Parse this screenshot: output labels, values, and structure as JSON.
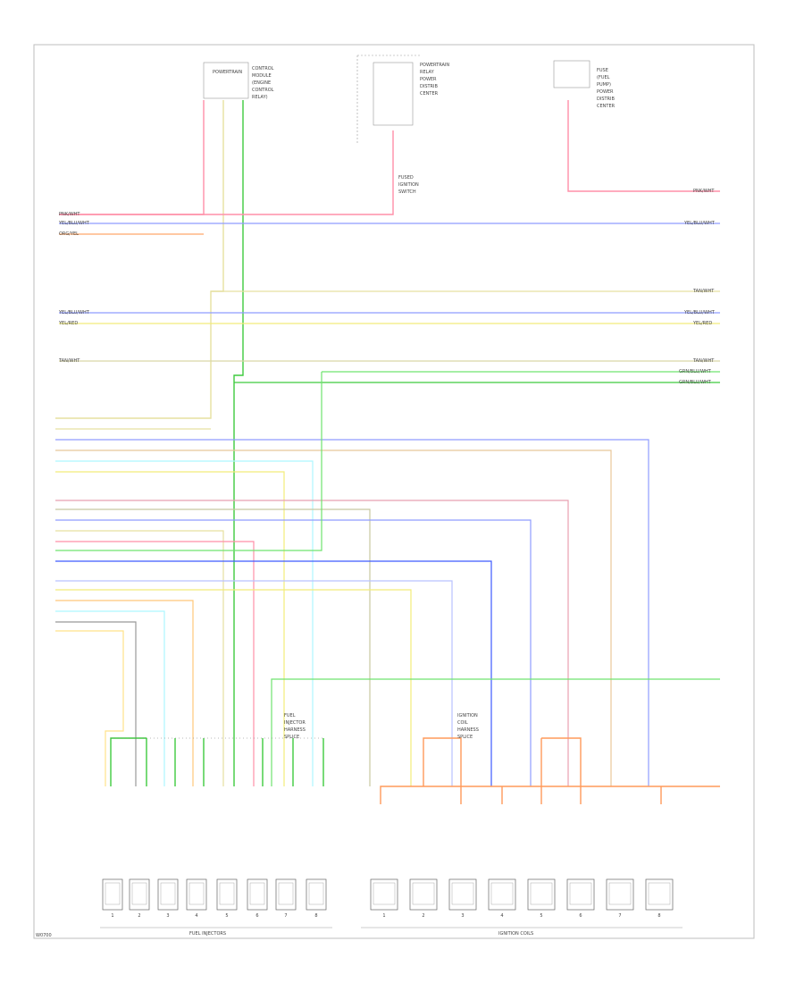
{
  "diagram": {
    "footer_code": "W0700",
    "group_labels": [
      "FUEL INJECTORS",
      "IGNITION COILS"
    ],
    "relay_notes": [
      {
        "id": "relay1",
        "lines": [
          "POWERTRAIN",
          "CONTROL",
          "MODULE",
          "(ENGINE",
          "CONTROL",
          "RELAY)"
        ]
      },
      {
        "id": "relay2",
        "lines": [
          "POWERTRAIN",
          "RELAY",
          "POWER",
          "DISTRIB",
          "CENTER"
        ]
      },
      {
        "id": "relay3",
        "lines": [
          "FUSE",
          "(FUEL",
          "PUMP)",
          "POWER",
          "DISTRIB",
          "CENTER"
        ]
      }
    ],
    "connector_notes": [
      {
        "id": "c1",
        "lines": [
          "FUEL",
          "INJECTOR",
          "HARNESS",
          "SPLICE"
        ]
      },
      {
        "id": "c2",
        "lines": [
          "IGNITION",
          "COIL",
          "HARNESS",
          "SPLICE"
        ]
      },
      {
        "id": "c3",
        "lines": [
          "FUSED",
          "IGNITION",
          "SWITCH"
        ]
      }
    ],
    "wires": [
      {
        "name": "wire-1",
        "left_label": "PNK/WHT",
        "right_label": "PNK/WHT",
        "color": "#ff8fa8"
      },
      {
        "name": "wire-2",
        "left_label": "YEL/BLU/WHT",
        "right_label": "YEL/BLU/WHT",
        "color": "#8f9cff"
      },
      {
        "name": "wire-3",
        "left_label": "ORG/YEL",
        "right_label": "",
        "color": "#ffa86a"
      },
      {
        "name": "wire-4",
        "left_label": "",
        "right_label": "TAN/WHT",
        "color": "#e6e0a0"
      },
      {
        "name": "wire-5",
        "left_label": "YEL/BLU/WHT",
        "right_label": "YEL/BLU/WHT",
        "color": "#8f9cff"
      },
      {
        "name": "wire-6",
        "left_label": "YEL/RED",
        "right_label": "YEL/RED",
        "color": "#f2ec7a"
      },
      {
        "name": "wire-7",
        "left_label": "TAN/WHT",
        "right_label": "TAN/WHT",
        "color": "#d9d6a8"
      },
      {
        "name": "wire-8",
        "left_label": "",
        "right_label": "GRN/BLU/WHT",
        "color": "#6fe36f"
      },
      {
        "name": "wire-9",
        "left_label": "",
        "right_label": "GRN/BLU/WHT",
        "color": "#3ecb3e"
      }
    ],
    "injectors": [
      "1",
      "2",
      "3",
      "4",
      "5",
      "6",
      "7",
      "8"
    ],
    "coils": [
      "1",
      "2",
      "3",
      "4",
      "5",
      "6",
      "7",
      "8"
    ]
  }
}
